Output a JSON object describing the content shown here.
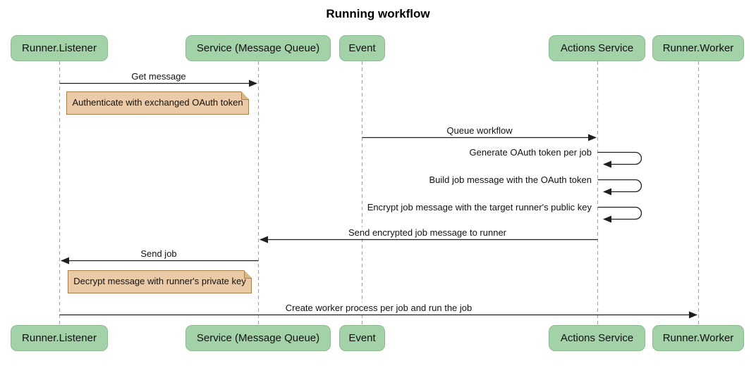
{
  "title": "Running workflow",
  "actors": [
    {
      "name": "Runner.Listener"
    },
    {
      "name": "Service (Message Queue)"
    },
    {
      "name": "Event"
    },
    {
      "name": "Actions Service"
    },
    {
      "name": "Runner.Worker"
    }
  ],
  "messages": [
    {
      "label": "Get message",
      "from": "Runner.Listener",
      "to": "Service (Message Queue)",
      "type": "solid-arrow"
    },
    {
      "label": "Queue workflow",
      "from": "Event",
      "to": "Actions Service",
      "type": "solid-arrow"
    },
    {
      "label": "Generate OAuth token per job",
      "from": "Actions Service",
      "to": "Actions Service",
      "type": "self-loop"
    },
    {
      "label": "Build job message with the OAuth token",
      "from": "Actions Service",
      "to": "Actions Service",
      "type": "self-loop"
    },
    {
      "label": "Encrypt job message with the target runner's public key",
      "from": "Actions Service",
      "to": "Actions Service",
      "type": "self-loop"
    },
    {
      "label": "Send encrypted job message to runner",
      "from": "Actions Service",
      "to": "Service (Message Queue)",
      "type": "solid-arrow"
    },
    {
      "label": "Send job",
      "from": "Service (Message Queue)",
      "to": "Runner.Listener",
      "type": "solid-arrow"
    },
    {
      "label": "Create worker process per job and run the job",
      "from": "Runner.Listener",
      "to": "Runner.Worker",
      "type": "solid-arrow"
    }
  ],
  "notes": [
    {
      "text": "Authenticate with exchanged OAuth token"
    },
    {
      "text": "Decrypt message with runner's private key"
    }
  ],
  "colors": {
    "actor_fill": "#A4D2A8",
    "actor_border": "#8CBA90",
    "note_fill": "#EBCBA7",
    "note_border": "#A97F49",
    "lifeline": "#A6A6A6",
    "arrow": "#1F1F1F",
    "background": "#FFFFFF"
  }
}
